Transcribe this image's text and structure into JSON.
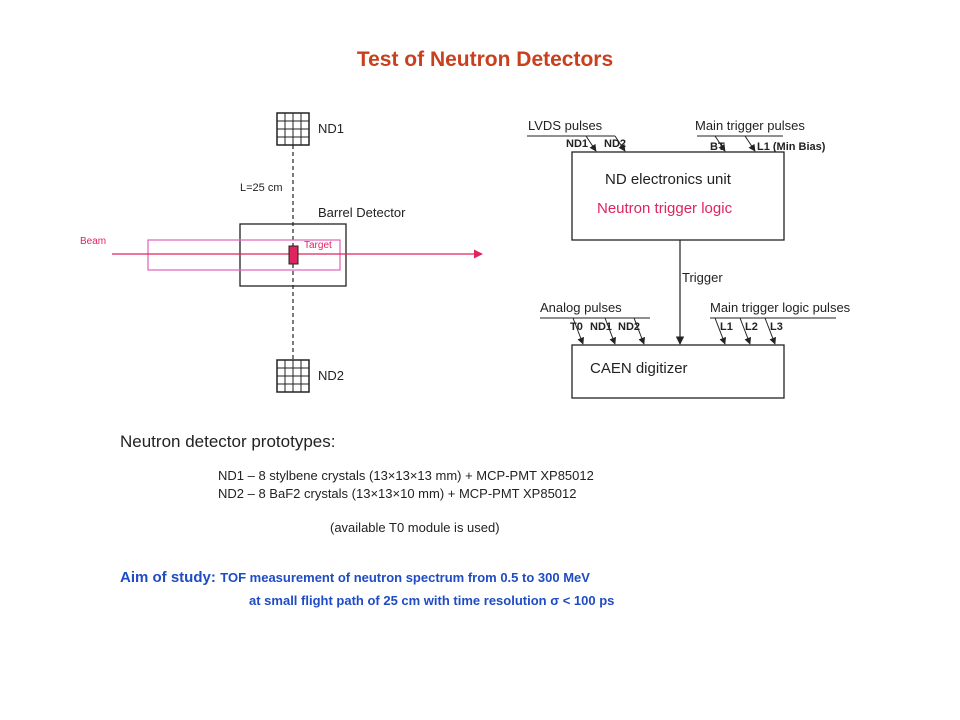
{
  "title": "Test of Neutron Detectors",
  "left": {
    "nd1": "ND1",
    "nd2": "ND2",
    "distance": "L=25 cm",
    "barrel": "Barrel Detector",
    "beam": "Beam",
    "target": "Target"
  },
  "right": {
    "lvds": "LVDS pulses",
    "main_trigger_pulses": "Main trigger pulses",
    "in_nd1": "ND1",
    "in_nd2": "ND2",
    "in_bt": "BT",
    "in_l1": "L1 (Min Bias)",
    "unit_title": "ND electronics unit",
    "unit_logic": "Neutron trigger logic",
    "trigger": "Trigger",
    "analog": "Analog pulses",
    "main_trigger_logic": "Main trigger logic pulses",
    "t0": "T0",
    "a_nd1": "ND1",
    "a_nd2": "ND2",
    "l1": "L1",
    "l2": "L2",
    "l3": "L3",
    "digitizer": "CAEN digitizer"
  },
  "prototypes": {
    "heading": "Neutron detector prototypes:",
    "line1": "ND1 – 8 stylbene crystals (13×13×13 mm) + MCP-PMT XP85012",
    "line2": "ND2 – 8 BaF2 crystals (13×13×10 mm) + MCP-PMT XP85012",
    "note": "(available T0 module is used)"
  },
  "aim": {
    "label": "Aim of study:",
    "text1": "TOF measurement of neutron spectrum from 0.5 to 300 MeV",
    "text2": "at small flight path of 25 cm with time resolution σ < 100 ps"
  },
  "colors": {
    "title": "#c8401e",
    "beam": "#e0245e",
    "aim": "#1f4bc4"
  }
}
